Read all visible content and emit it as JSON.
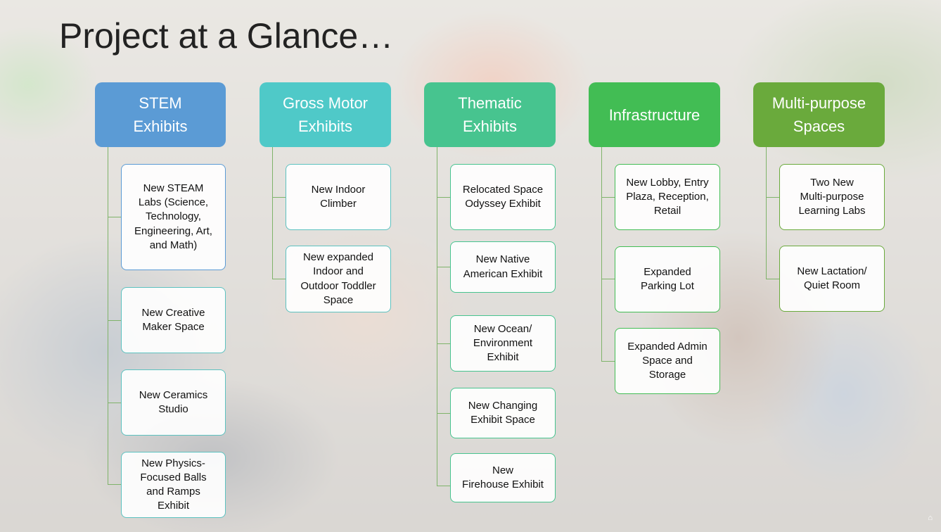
{
  "title": "Project at a Glance…",
  "columns": [
    {
      "header": "STEM\nExhibits",
      "color": "#5b9bd5",
      "items": [
        "New STEAM\nLabs (Science,\nTechnology,\nEngineering, Art,\nand Math)",
        "New Creative\nMaker Space",
        "New Ceramics\nStudio",
        "New Physics-\nFocused Balls\nand Ramps\nExhibit"
      ]
    },
    {
      "header": "Gross Motor\nExhibits",
      "color": "#4fc9c8",
      "items": [
        "New Indoor\nClimber",
        "New expanded\nIndoor and\nOutdoor Toddler\nSpace"
      ]
    },
    {
      "header": "Thematic\nExhibits",
      "color": "#47c48f",
      "items": [
        "Relocated Space\nOdyssey Exhibit",
        "New Native\nAmerican Exhibit",
        "New Ocean/\nEnvironment\nExhibit",
        "New Changing\nExhibit Space",
        "New\nFirehouse Exhibit"
      ]
    },
    {
      "header": "Infrastructure",
      "color": "#42bd54",
      "items": [
        "New Lobby, Entry\nPlaza, Reception,\nRetail",
        "Expanded\nParking Lot",
        "Expanded Admin\nSpace and\nStorage"
      ]
    },
    {
      "header": "Multi-purpose\nSpaces",
      "color": "#6aaa3c",
      "items": [
        "Two New\nMulti-purpose\nLearning Labs",
        "New Lactation/\nQuiet Room"
      ]
    }
  ]
}
